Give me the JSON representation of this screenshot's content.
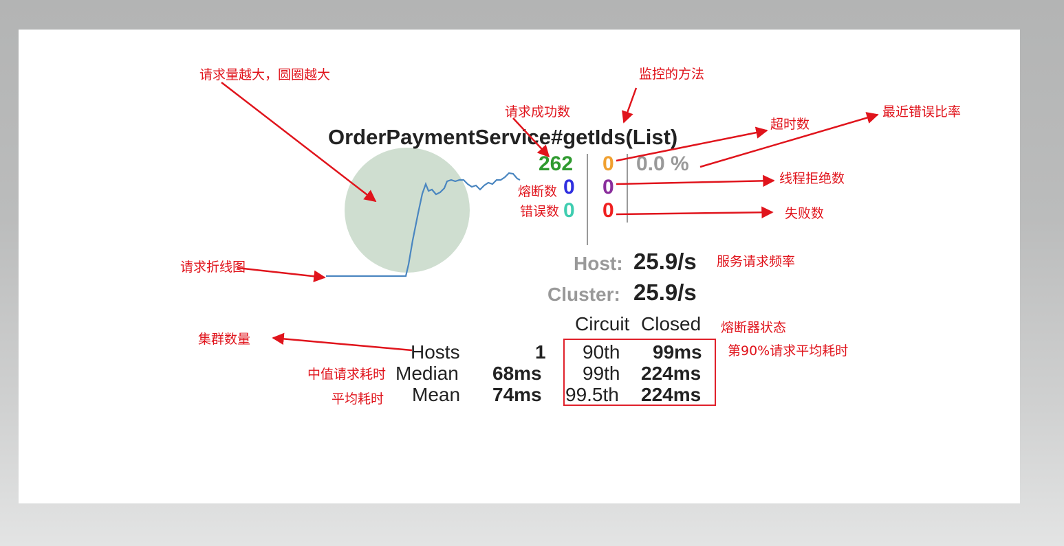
{
  "title": "OrderPaymentService#getIds(List)",
  "counters": {
    "success": "262",
    "timeout": "0",
    "error_pct": "0.0 %",
    "short_circuited": "0",
    "thread_rejected": "0",
    "bad_request": "0",
    "failure": "0"
  },
  "rates": {
    "host_label": "Host:",
    "host_value": "25.9/s",
    "cluster_label": "Cluster:",
    "cluster_value": "25.9/s"
  },
  "circuit": {
    "label": "Circuit",
    "status": "Closed"
  },
  "stats": {
    "hosts_label": "Hosts",
    "hosts_value": "1",
    "median_label": "Median",
    "median_value": "68ms",
    "mean_label": "Mean",
    "mean_value": "74ms",
    "p90_label": "90th",
    "p90_value": "99ms",
    "p99_label": "99th",
    "p99_value": "224ms",
    "p995_label": "99.5th",
    "p995_value": "224ms"
  },
  "annotations": {
    "circle_size": "请求量越大，圆圈越大",
    "monitored_method": "监控的方法",
    "success_count": "请求成功数",
    "timeout_count": "超时数",
    "recent_error_rate": "最近错误比率",
    "short_circuit_count": "熔断数",
    "error_count": "错误数",
    "thread_reject_count": "线程拒绝数",
    "failure_count": "失败数",
    "request_line_chart": "请求折线图",
    "request_rate": "服务请求频率",
    "breaker_status": "熔断器状态",
    "cluster_size": "集群数量",
    "p90_avg": "第90%请求平均耗时",
    "median_time": "中值请求耗时",
    "mean_time": "平均耗时"
  },
  "colors": {
    "success": "#2f9a2f",
    "timeout": "#f0a030",
    "short_circuit": "#2f2fe0",
    "thread_reject": "#8a2e9c",
    "bad_request": "#3ecdb0",
    "failure": "#ef2020",
    "circle": "#cfded0",
    "sparkline": "#4a86c0",
    "annotation": "#e0141c"
  }
}
